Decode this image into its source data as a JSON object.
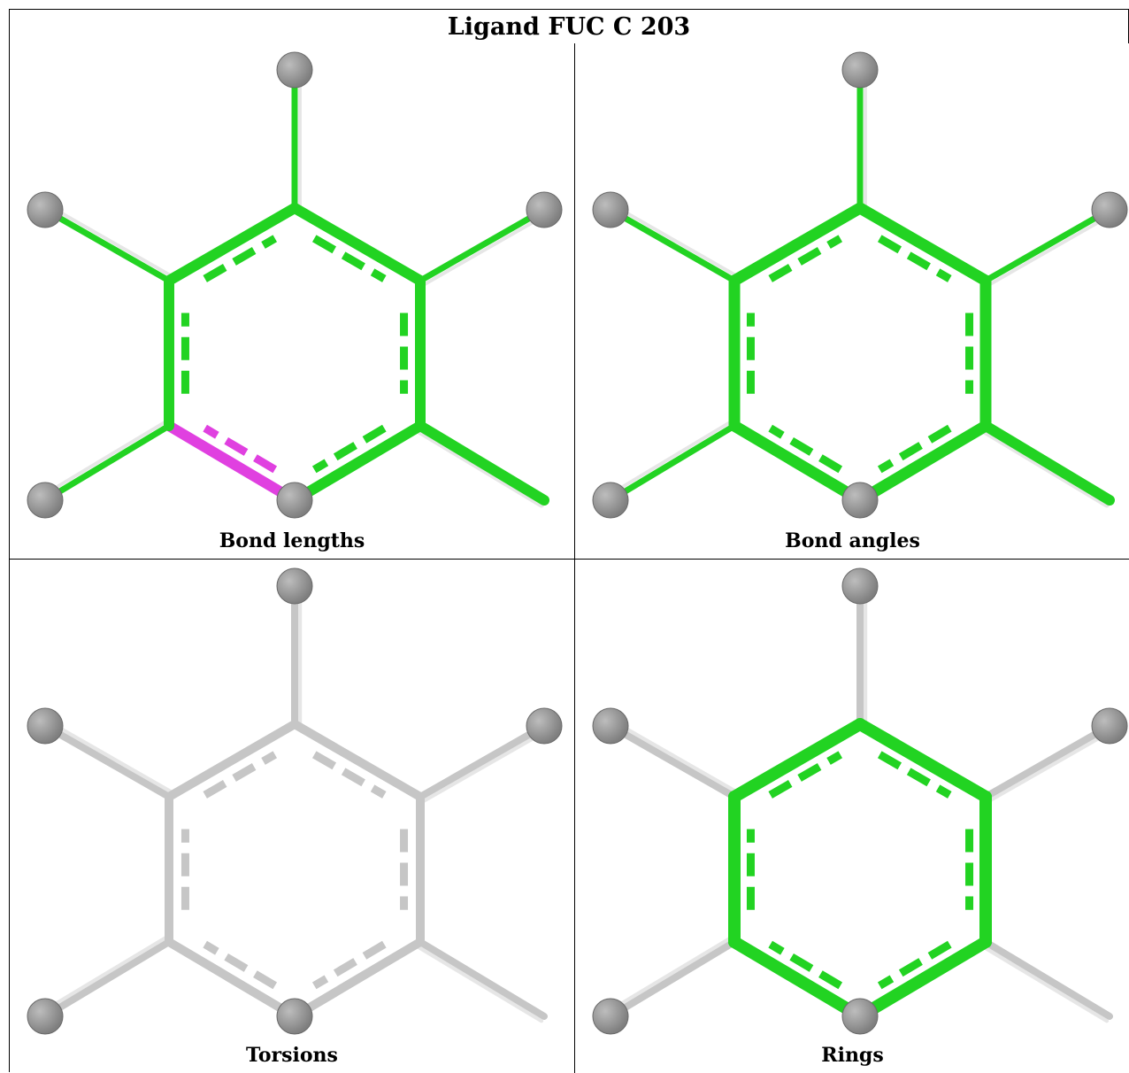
{
  "title": "Ligand FUC C 203",
  "colors": {
    "good": "#22d322",
    "outlier": "#e040e0",
    "neutral": "#c6c6c6",
    "atom": "#7f7f7f"
  },
  "panels": [
    {
      "id": "bond-lengths",
      "caption": "Bond lengths",
      "highlight": "lengths"
    },
    {
      "id": "bond-angles",
      "caption": "Bond angles",
      "highlight": "angles"
    },
    {
      "id": "torsions",
      "caption": "Torsions",
      "highlight": "none"
    },
    {
      "id": "rings",
      "caption": "Rings",
      "highlight": "ring"
    }
  ]
}
